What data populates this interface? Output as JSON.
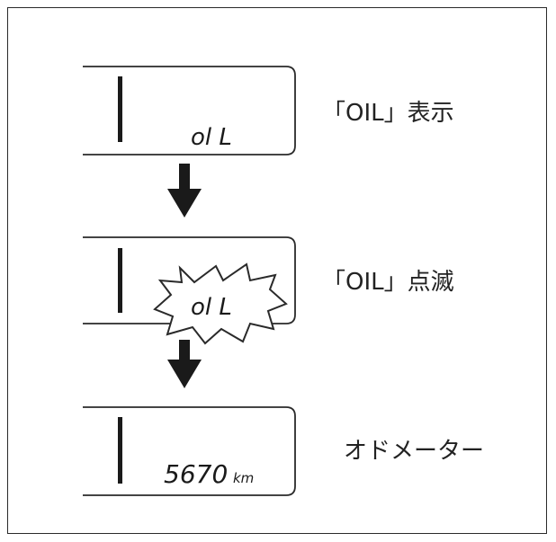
{
  "steps": [
    {
      "display_text": "ol L",
      "description": "「OIL」表示"
    },
    {
      "display_text": "ol L",
      "description": "「OIL」点滅"
    },
    {
      "display_text": "5670",
      "display_unit": "km",
      "description": "オドメーター"
    }
  ],
  "icons": {
    "arrow": "down-arrow-icon",
    "flash": "flash-burst-icon"
  },
  "colors": {
    "line": "#2a2a2a",
    "background": "#ffffff"
  }
}
